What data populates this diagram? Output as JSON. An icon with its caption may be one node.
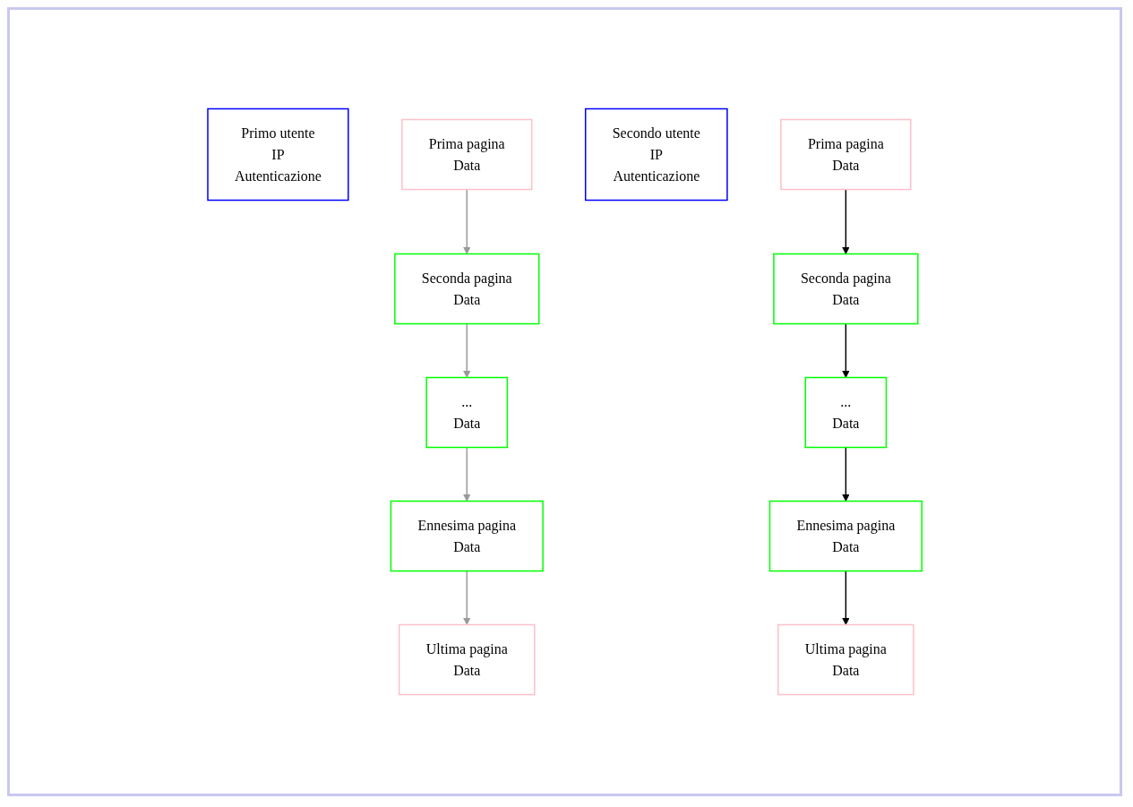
{
  "diagram": {
    "nodes": [
      {
        "text": [
          "Primo utente",
          "IP",
          "Autenticazione"
        ]
      },
      {
        "text": [
          "Prima pagina",
          "Data"
        ]
      },
      {
        "text": [
          "Secondo utente",
          "IP",
          "Autenticazione"
        ]
      },
      {
        "text": [
          "Prima pagina",
          "Data"
        ]
      },
      {
        "text": [
          "Seconda pagina",
          "Data"
        ]
      },
      {
        "text": [
          "Seconda pagina",
          "Data"
        ]
      },
      {
        "text": [
          "...",
          "Data"
        ]
      },
      {
        "text": [
          "...",
          "Data"
        ]
      },
      {
        "text": [
          "Ennesima pagina",
          "Data"
        ]
      },
      {
        "text": [
          "Ennesima pagina",
          "Data"
        ]
      },
      {
        "text": [
          "Ultima pagina",
          "Data"
        ]
      },
      {
        "text": [
          "Ultima pagina",
          "Data"
        ]
      }
    ],
    "edges": [
      {
        "from": 1,
        "to": 4,
        "arrow": "to",
        "color": "#999999"
      },
      {
        "from": 4,
        "to": 6,
        "arrow": "to",
        "color": "#999999"
      },
      {
        "from": 6,
        "to": 8,
        "arrow": "to",
        "color": "#999999"
      },
      {
        "from": 8,
        "to": 10,
        "arrow": "to",
        "color": "#999999"
      },
      {
        "from": 3,
        "to": 5,
        "arrow": "to",
        "color": "#000000"
      },
      {
        "from": 5,
        "to": 7,
        "arrow": "to",
        "color": "#000000"
      },
      {
        "from": 7,
        "to": 9,
        "arrow": "to",
        "color": "#000000"
      },
      {
        "from": 9,
        "to": 11,
        "arrow": "to",
        "color": "#000000"
      }
    ]
  }
}
